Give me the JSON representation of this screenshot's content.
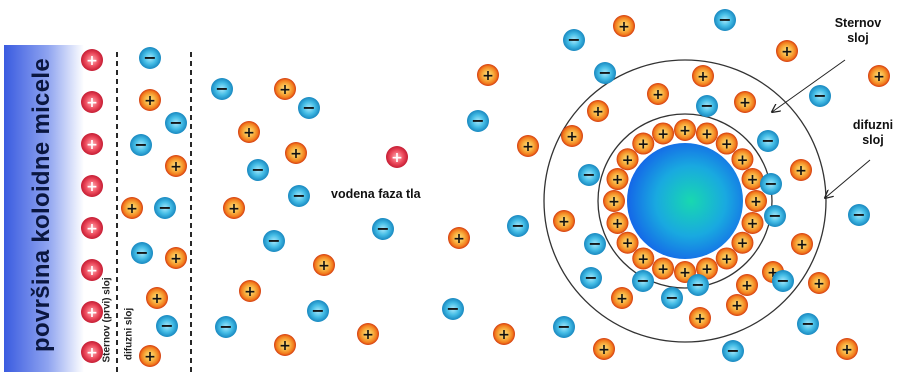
{
  "labels": {
    "surface": "površina koloidne micele",
    "stern_first_layer": "Sternov (prvi) sloj",
    "diffuse_layer": "difuzni sloj",
    "water_phase": "vodena faza tla",
    "stern_layer_line1": "Sternov",
    "stern_layer_line2": "sloj",
    "diffuse_right_line1": "difuzni",
    "diffuse_right_line2": "sloj"
  },
  "symbols": {
    "cation": "+",
    "anion": "−"
  },
  "colors": {
    "surface_dark": "#3a5be0",
    "surface_light": "#ffffff",
    "cation_surface_fill": "#e8354a",
    "cation_fill": "#f58a1f",
    "cation_ring": "#d23a10",
    "cation_core": "#ffe08a",
    "anion_fill": "#29a9d8",
    "anion_core": "#8fdcf5",
    "micelle_center": "#18d8b0",
    "micelle_edge": "#1466e8"
  }
}
